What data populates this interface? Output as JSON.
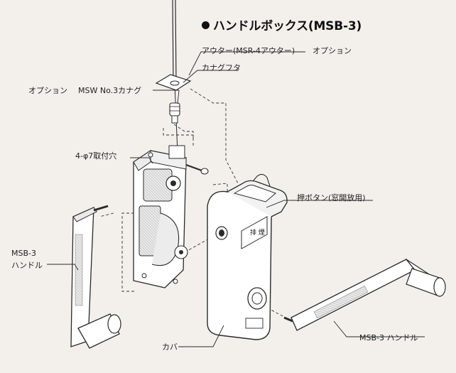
{
  "title": "ハンドルボックス(MSB-3)",
  "labels": {
    "outer": "アウター(MSR-4アウター)",
    "option_top": "オプション",
    "lid": "カナグフタ",
    "option_left": "オプション",
    "swivel": "MSW No.3カナグ",
    "holes": "4-φ7取付穴",
    "push_button": "押ボタン(窓開放用)",
    "handle_left_line1": "MSB-3",
    "handle_left_line2": "ハンドル",
    "cover": "カバー",
    "handle_right": "MSB-3 ハンドル",
    "cover_mark": "排 煙"
  },
  "colors": {
    "background": "#f3f0ec",
    "line": "#2a2a2a",
    "body_fill": "#ffffff",
    "shade": "#c9c9c9"
  }
}
